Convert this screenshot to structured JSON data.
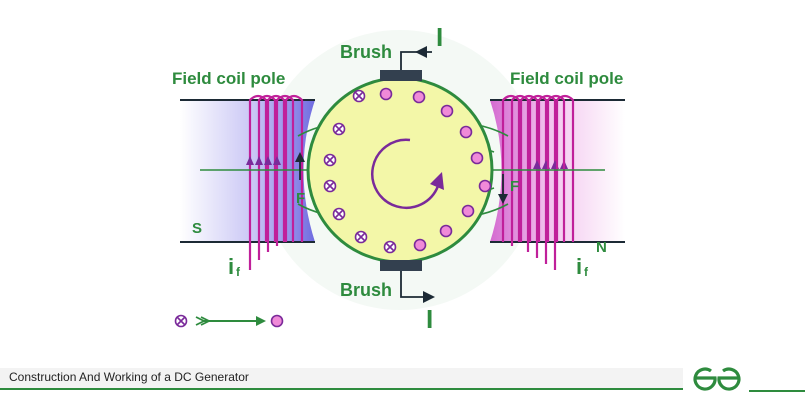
{
  "diagram": {
    "brush_top_label": "Brush",
    "brush_bottom_label": "Brush",
    "current_top_label": "I",
    "current_bottom_label": "I",
    "field_coil_left_label": "Field coil pole",
    "field_coil_right_label": "Field coil pole",
    "pole_s_label": "S",
    "pole_n_label": "N",
    "force_left_label": "F",
    "force_right_label": "F",
    "field_current_left_label": "i",
    "field_current_left_sub": "f",
    "field_current_right_label": "i",
    "field_current_right_sub": "f"
  },
  "footer": {
    "caption": "Construction And Working of a DC Generator",
    "logo_text": "GfG"
  },
  "colors": {
    "green": "#2e8b3e",
    "purple": "#7a2a9a",
    "magenta": "#c0209a",
    "rotor_fill": "#f3f7a8",
    "rotor_stroke": "#2e8b3e",
    "brush": "#33404f"
  },
  "icons": {
    "conductor_into_page": "cross-circle-icon",
    "conductor_out_of_page": "dot-circle-icon",
    "rotation": "rotation-arrow-icon",
    "logo": "geeksforgeeks-logo-icon"
  }
}
